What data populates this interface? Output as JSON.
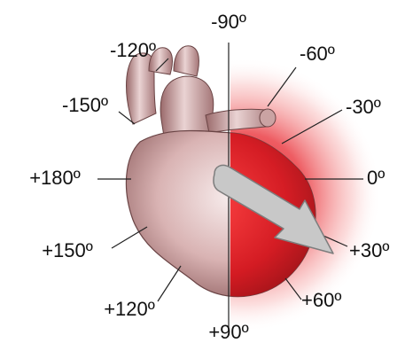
{
  "colors": {
    "heart_light": "#f2dede",
    "heart_mid": "#c99a9a",
    "heart_dark": "#8f5f60",
    "heart_outline": "#6a4445",
    "red_zone": "#d4141c",
    "red_glow": "#ff3b3b",
    "arrow_fill": "#c8c8c8",
    "arrow_stroke": "#7d7d7d",
    "line": "#222222",
    "text": "#111111"
  },
  "icons": {
    "heart": "heart-icon",
    "vector_arrow": "arrow-icon"
  },
  "angles": [
    {
      "label": "-90º"
    },
    {
      "label": "-60º"
    },
    {
      "label": "-120º"
    },
    {
      "label": "-30º"
    },
    {
      "label": "-150º"
    },
    {
      "label": "0º"
    },
    {
      "label": "+180º"
    },
    {
      "label": "+30º"
    },
    {
      "label": "+150º"
    },
    {
      "label": "+60º"
    },
    {
      "label": "+120º"
    },
    {
      "label": "+90º"
    }
  ]
}
